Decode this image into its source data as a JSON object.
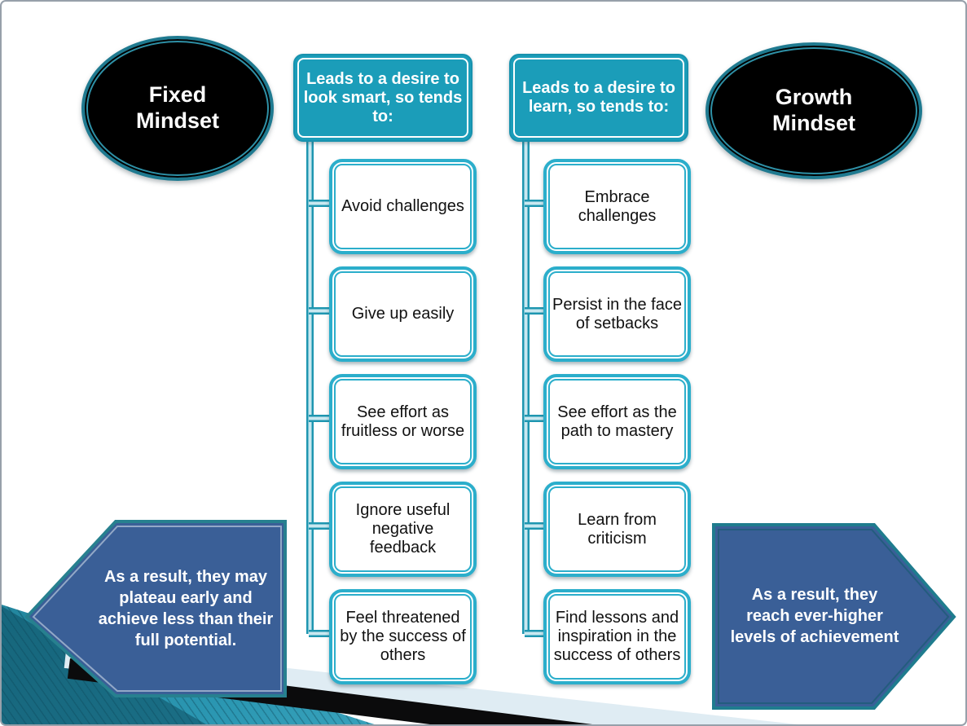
{
  "fixed": {
    "title": "Fixed Mindset",
    "header": "Leads to a desire to look smart, so tends to:",
    "items": [
      "Avoid challenges",
      "Give up easily",
      "See effort as fruitless or worse",
      "Ignore useful negative feedback",
      "Feel threatened by the success of others"
    ],
    "result": "As a result, they may plateau early and achieve less than their full potential."
  },
  "growth": {
    "title": "Growth Mindset",
    "header": "Leads to a desire to learn, so tends to:",
    "items": [
      "Embrace challenges",
      "Persist in the face of setbacks",
      "See effort as the path to mastery",
      "Learn from criticism",
      "Find lessons and inspiration in the success of others"
    ],
    "result": "As a result, they reach ever-higher levels of achievement"
  },
  "colors": {
    "teal_fill": "#1B9DB9",
    "teal_border": "#2BAECB",
    "oval_fill": "#000000",
    "oval_ring": "#1F7A90",
    "arrow_fill": "#3A5F97",
    "arrow_border": "#27808F",
    "stripe_dark": "#136679",
    "stripe_light": "#66C8DC",
    "band_light": "#DFECF3",
    "band_black": "#0B0B0C",
    "slide_border": "#97A0AA",
    "text_light": "#FFFFFF",
    "text_dark": "#111111"
  }
}
